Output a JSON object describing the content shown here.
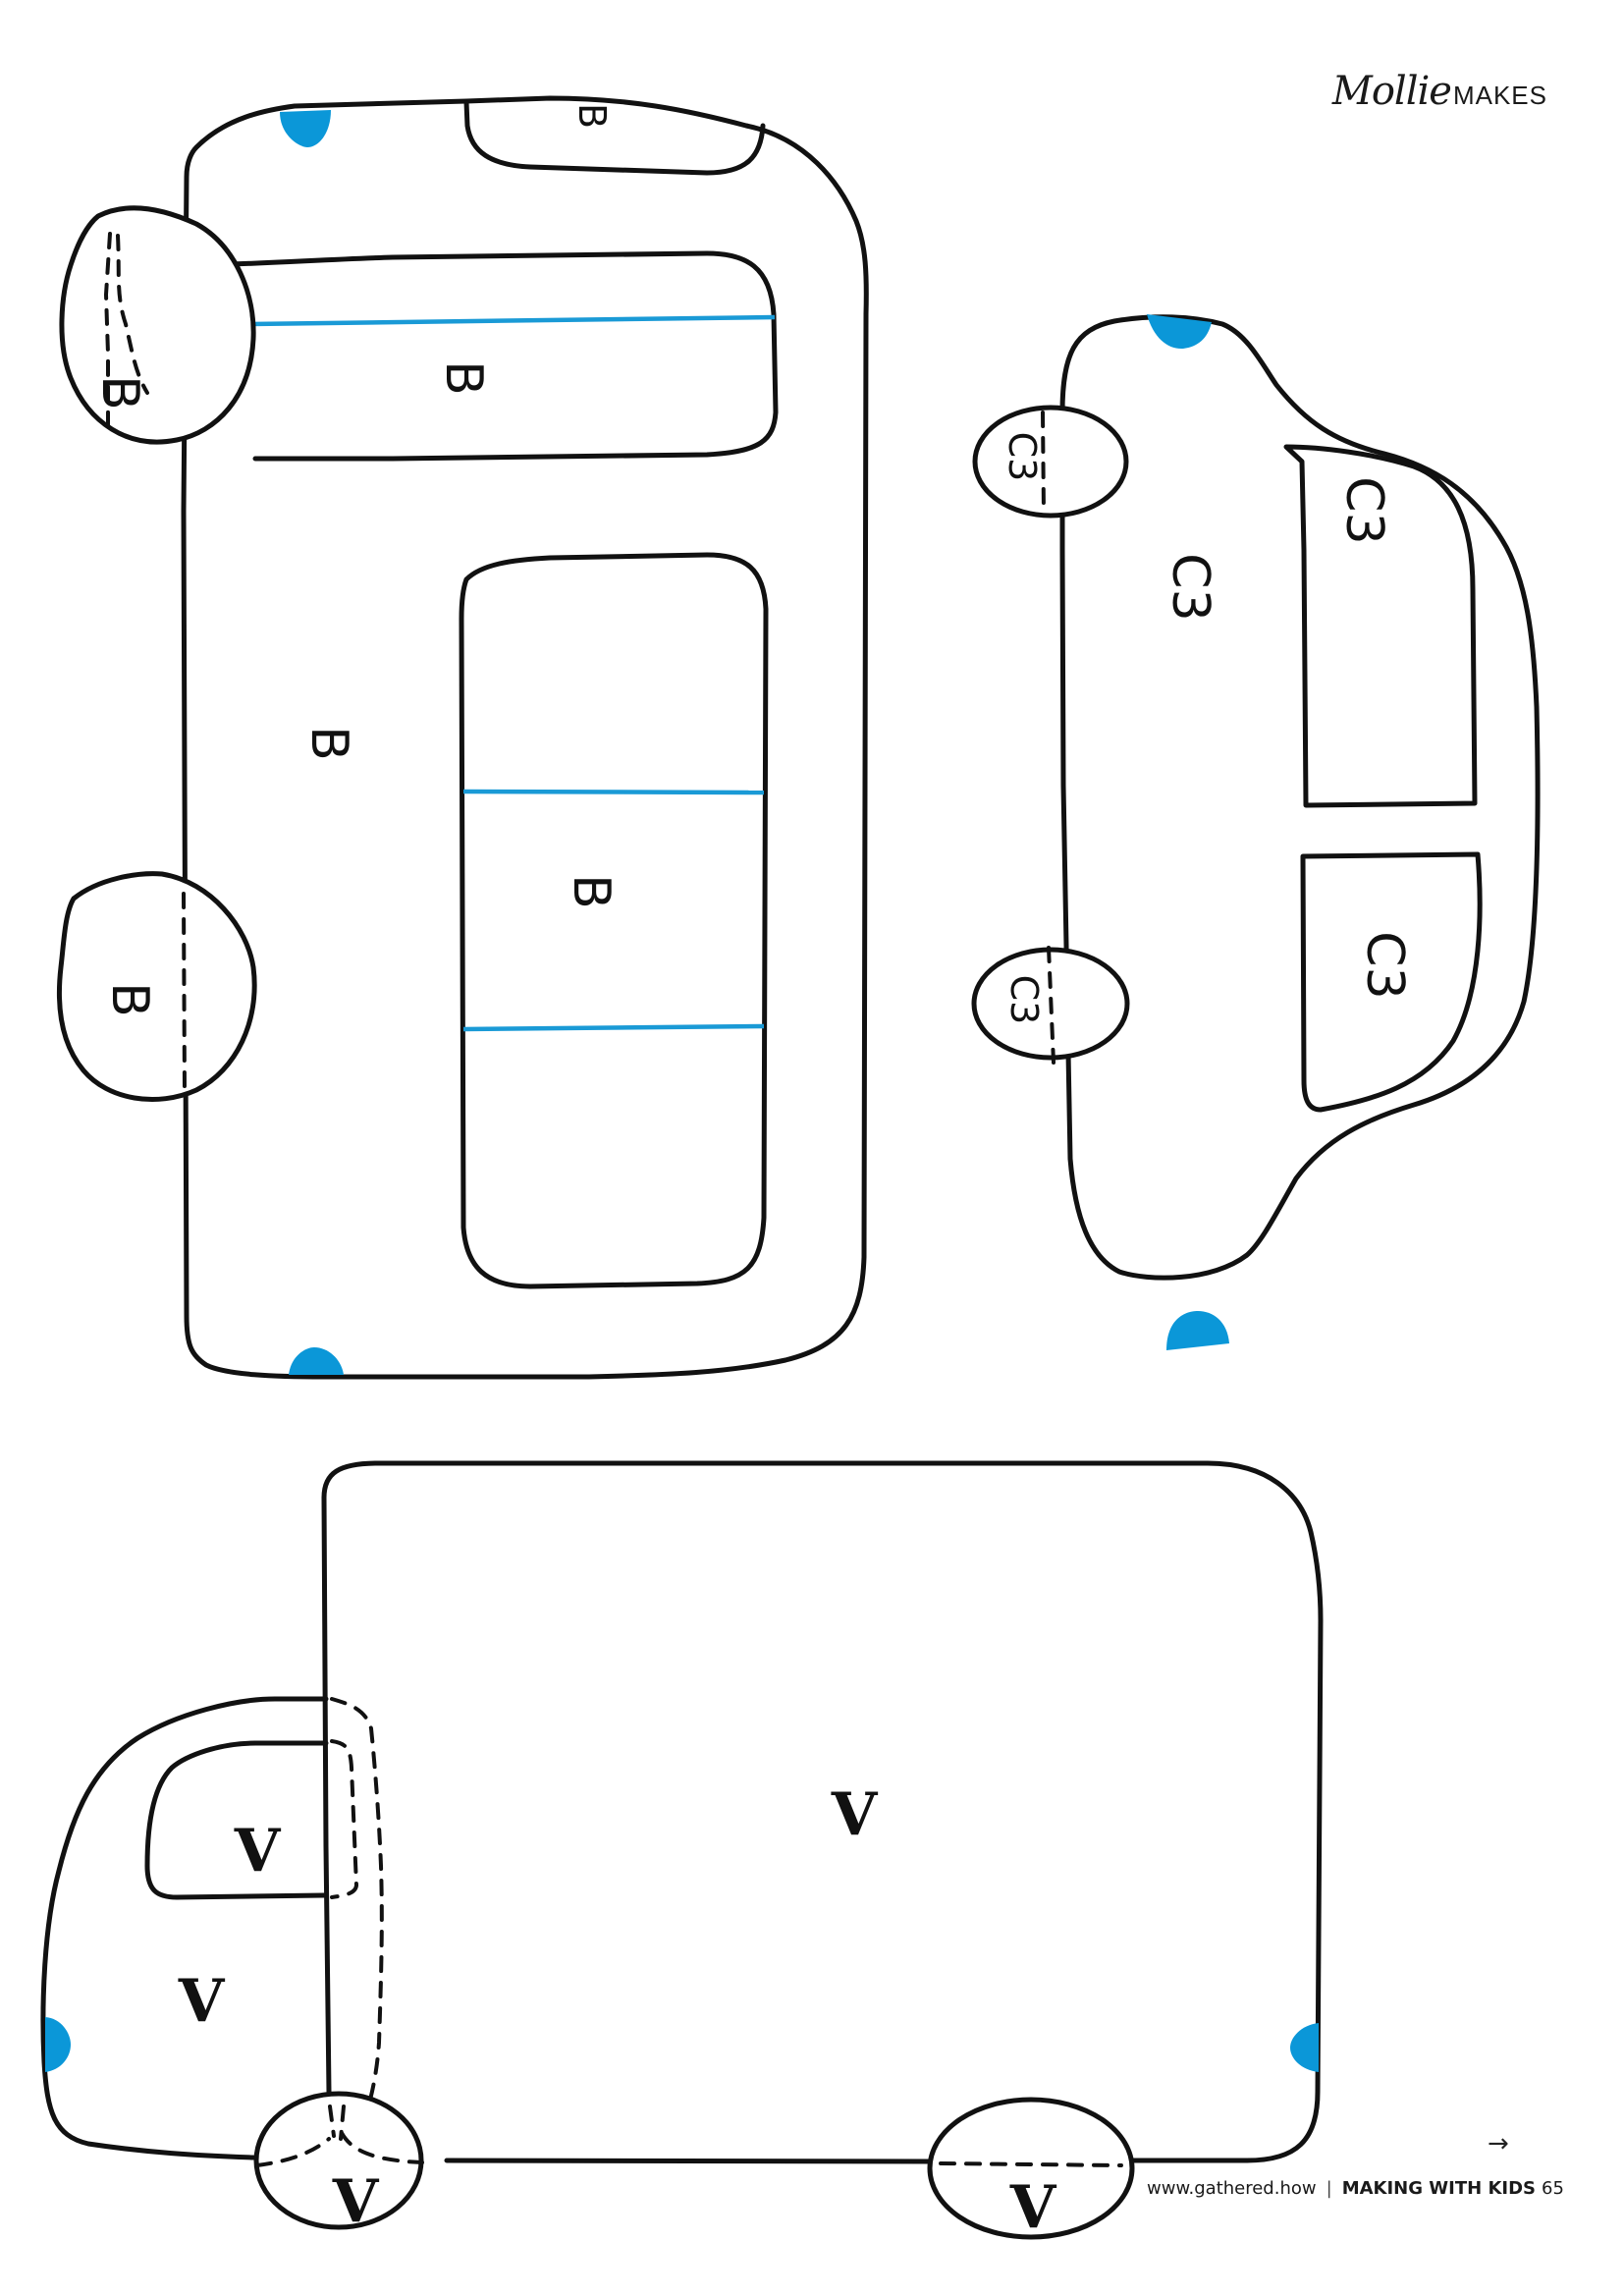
{
  "brand": {
    "script": "Mollie",
    "word": "MAKES"
  },
  "templates": {
    "bus": {
      "labels": [
        "B",
        "B",
        "B",
        "B",
        "B",
        "B"
      ]
    },
    "car": {
      "labels": [
        "C3",
        "C3",
        "C3",
        "C3",
        "C3"
      ]
    },
    "van": {
      "labels": [
        "V",
        "V",
        "V",
        "V",
        "V"
      ]
    }
  },
  "colors": {
    "outline": "#111111",
    "accent_blue": "#0b97d8"
  },
  "footer": {
    "url": "www.gathered.how",
    "separator": "|",
    "section": "MAKING WITH KIDS",
    "page_number": "65",
    "next_arrow": "→"
  }
}
